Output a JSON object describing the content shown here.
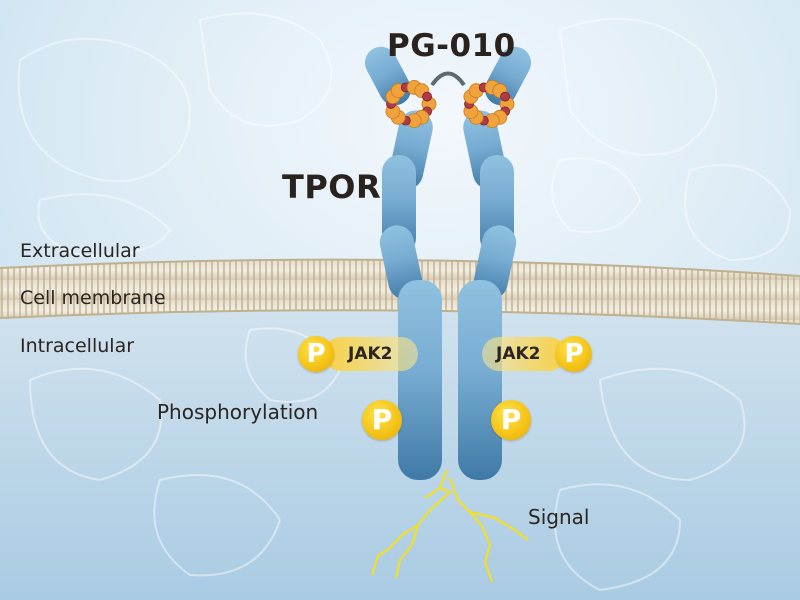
{
  "labels": {
    "ligand": "PG-010",
    "receptor": "TPOR",
    "extracellular": "Extracellular",
    "membrane": "Cell membrane",
    "intracellular": "Intracellular",
    "phosphorylation": "Phosphorylation",
    "signal": "Signal",
    "jak_left": "JAK2",
    "jak_right": "JAK2",
    "p_symbol": "P"
  },
  "colors": {
    "receptor_light": "#8fc1e0",
    "receptor_dark": "#3f7aa6",
    "phospho_badge": "#f5c418",
    "jak_pill": "#f8d24a",
    "signal": "#f3df26",
    "ligand_orange": "#f0a33c",
    "ligand_red": "#b03a45",
    "membrane": "#cfc3a8"
  }
}
